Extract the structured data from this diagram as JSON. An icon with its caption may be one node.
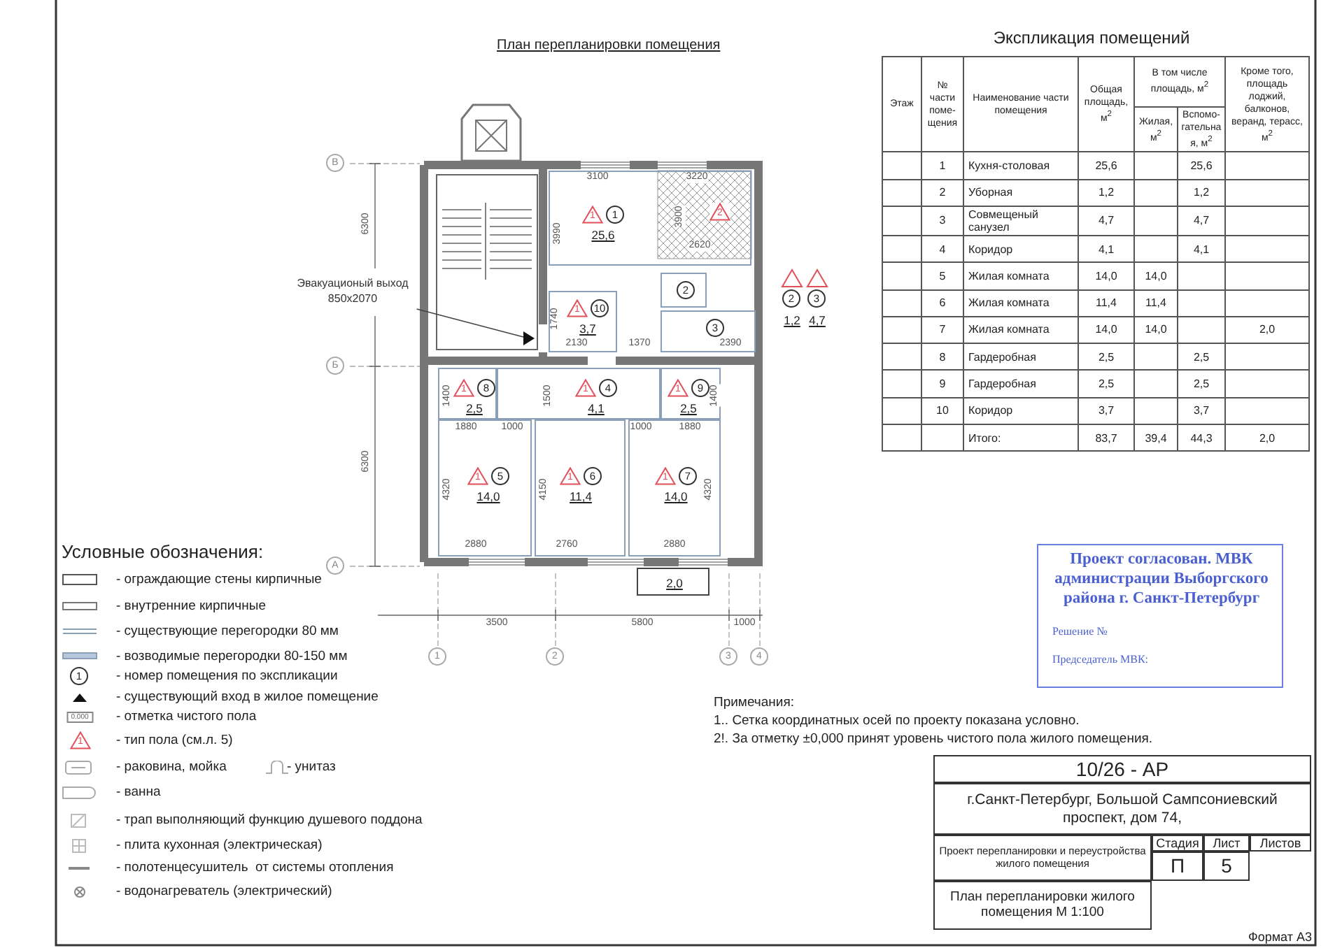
{
  "diagram": {
    "title": "План перепланировки помещения",
    "nodes": [
      {
        "text": [
          "1",
          "1",
          "25,6"
        ]
      },
      {
        "text": [
          "2"
        ]
      },
      {
        "text": [
          "3"
        ]
      },
      {
        "text": [
          "1",
          "4",
          "4,1"
        ]
      },
      {
        "text": [
          "1",
          "5",
          "14,0"
        ]
      },
      {
        "text": [
          "1",
          "6",
          "11,4"
        ]
      },
      {
        "text": [
          "1",
          "7",
          "14,0"
        ]
      },
      {
        "text": [
          "1",
          "8",
          "2,5"
        ]
      },
      {
        "text": [
          "1",
          "9",
          "2,5"
        ]
      },
      {
        "text": [
          "1",
          "10",
          "3,7"
        ]
      },
      {
        "text": [
          "2,0"
        ]
      },
      {
        "text": [
          "Эвакуационый выход 850x2070"
        ]
      },
      {
        "text": [],
        "shape": "triangle"
      }
    ],
    "edges": [
      {
        "from": 11,
        "to": 12,
        "arrow": "none"
      }
    ],
    "labels": [
      "Экспликация помещений",
      "Этаж",
      "№ части поме- щения",
      "Наименование части помещения",
      "Общая площадь, м$^{2}$",
      "В том числе площадь, м$^{2}$",
      "Кроме того, площадь лоджий, балконов, веранд, терасс, м$^{2}$",
      "Жилая, м$^{2}$",
      "Вспомо- гательна я, м$^{2}$",
      "1",
      "Кухня-столовая",
      "25,6",
      "25,6",
      "2",
      "Уборная",
      "1,2",
      "1,2",
      "3",
      "Совмещеный санузел",
      "4,7",
      "4,7",
      "4",
      "Коридор",
      "4,1",
      "4,1",
      "5",
      "Жилая комната",
      "14,0",
      "14,0",
      "6",
      "Жилая комната",
      "11,4",
      "11,4",
      "7",
      "Жилая комната",
      "14,0",
      "14,0",
      "2,0",
      "8",
      "Гардеробная",
      "2,5",
      "2,5",
      "9",
      "Гардеробная",
      "2,5",
      "2,5",
      "10",
      "Коридор",
      "3,7",
      "3,7",
      "Итого:",
      "83,7",
      "39,4",
      "44,3",
      "2,0",
      "3100",
      "3220",
      "3990",
      "3900",
      "2620",
      "1740",
      "2130",
      "1370",
      "2390",
      "1400",
      "1500",
      "1400",
      "1880",
      "1000",
      "1000",
      "1880",
      "4320",
      "4150",
      "4320",
      "2880",
      "2760",
      "2880",
      "3500",
      "5800",
      "1000",
      "6300",
      "6300",
      "В",
      "Б",
      "А",
      "1",
      "2",
      "3",
      "4",
      "2",
      "2",
      "3",
      "1,2",
      "4,7",
      "Условные обозначения:",
      "1",
      "0.000",
      "1",
      "Проект согласован. МВК администрации Выборгского района г. Санкт-Петербург",
      "Решение №",
      "Председатель МВК:",
      "Примечания:",
      "1.. Сетка координатных осей по проекту показана условно.",
      "2!. За отметку ±0,000 принят уровень чистого пола жилого помещения.",
      "10/26 - АР",
      "г.Санкт-Петербург, Большой Сампсониевский проспект, дом 74,",
      "Проект перепланировки и переустройства жилого помещения",
      "Стадия",
      "Лист",
      "Листов",
      "П",
      "5",
      "План перепланировки жилого помещения М 1:100",
      "Формат А3"
    ],
    "legend": [
      {
        "text": "- ограждающие стены кирпичные"
      },
      {
        "text": "- внутренние кирпичные"
      },
      {
        "text": "- существующие перегородки 80 мм"
      },
      {
        "text": "- возводимые перегородки 80-150 мм"
      },
      {
        "text": "- номер помещения по экспликации"
      },
      {
        "text": "- существующий вход в жилое помещение"
      },
      {
        "text": "- отметка чистого пола"
      },
      {
        "text": "- тип пола (см.л. 5)"
      },
      {
        "text": "- раковина, мойка"
      },
      {
        "text": "- унитаз"
      },
      {
        "text": "- ванна"
      },
      {
        "text": "- трап выполняющий функцию душевого поддона"
      },
      {
        "text": "- плита кухонная (электрическая)"
      },
      {
        "text": "- полотенцесушитель  от системы отопления"
      },
      {
        "text": "- водонагреватель (электрический)"
      }
    ]
  }
}
